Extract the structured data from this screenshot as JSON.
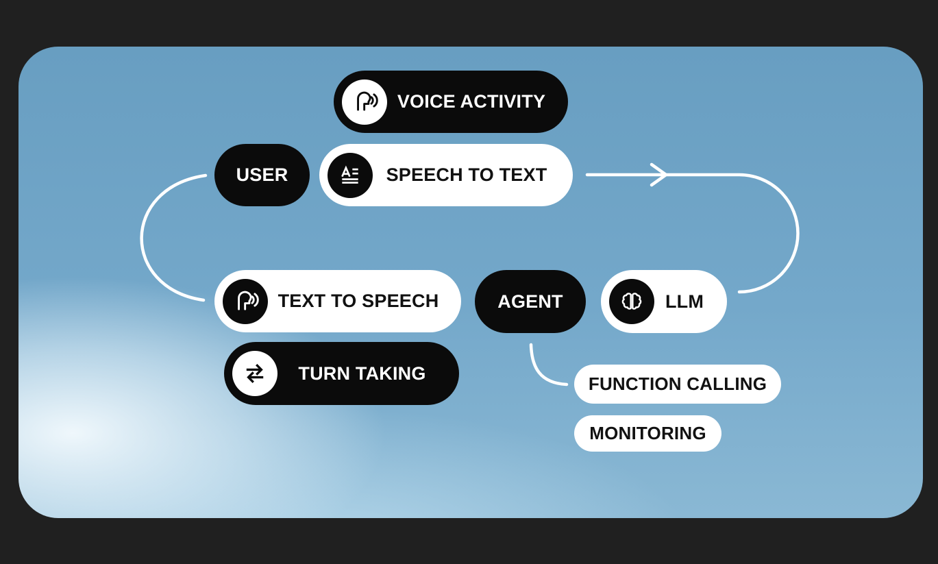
{
  "diagram": {
    "nodes": {
      "voice_activity": {
        "label": "VOICE ACTIVITY",
        "style": "black",
        "icon": "voice-icon"
      },
      "user": {
        "label": "USER",
        "style": "black",
        "icon": null
      },
      "speech_to_text": {
        "label": "SPEECH TO TEXT",
        "style": "white",
        "icon": "text-lines-icon"
      },
      "text_to_speech": {
        "label": "TEXT TO SPEECH",
        "style": "white",
        "icon": "voice-icon"
      },
      "agent": {
        "label": "AGENT",
        "style": "black",
        "icon": null
      },
      "llm": {
        "label": "LLM",
        "style": "white",
        "icon": "brain-icon"
      },
      "turn_taking": {
        "label": "TURN TAKING",
        "style": "black",
        "icon": "swap-arrows-icon"
      },
      "function_calling": {
        "label": "FUNCTION CALLING",
        "style": "white",
        "icon": null
      },
      "monitoring": {
        "label": "MONITORING",
        "style": "white",
        "icon": null
      }
    },
    "connectors": [
      {
        "name": "user-to-text-to-speech",
        "from": "user",
        "to": "text_to_speech",
        "arrow": false
      },
      {
        "name": "speech-to-text-to-llm",
        "from": "speech_to_text",
        "to": "llm",
        "arrow": true
      },
      {
        "name": "agent-to-function-calling",
        "from": "agent",
        "to": "function_calling",
        "arrow": false
      }
    ]
  },
  "colors": {
    "outer_background": "#202020",
    "canvas_blue_top": "#689ec1",
    "canvas_blue_mid": "#74a8ca",
    "canvas_blue_bottom": "#8ab8d4",
    "canvas_glow": "#f2fafd",
    "pill_black": "#0b0b0b",
    "pill_white": "#ffffff",
    "text_on_black": "#ffffff",
    "text_on_white": "#111111",
    "connector": "#ffffff"
  }
}
